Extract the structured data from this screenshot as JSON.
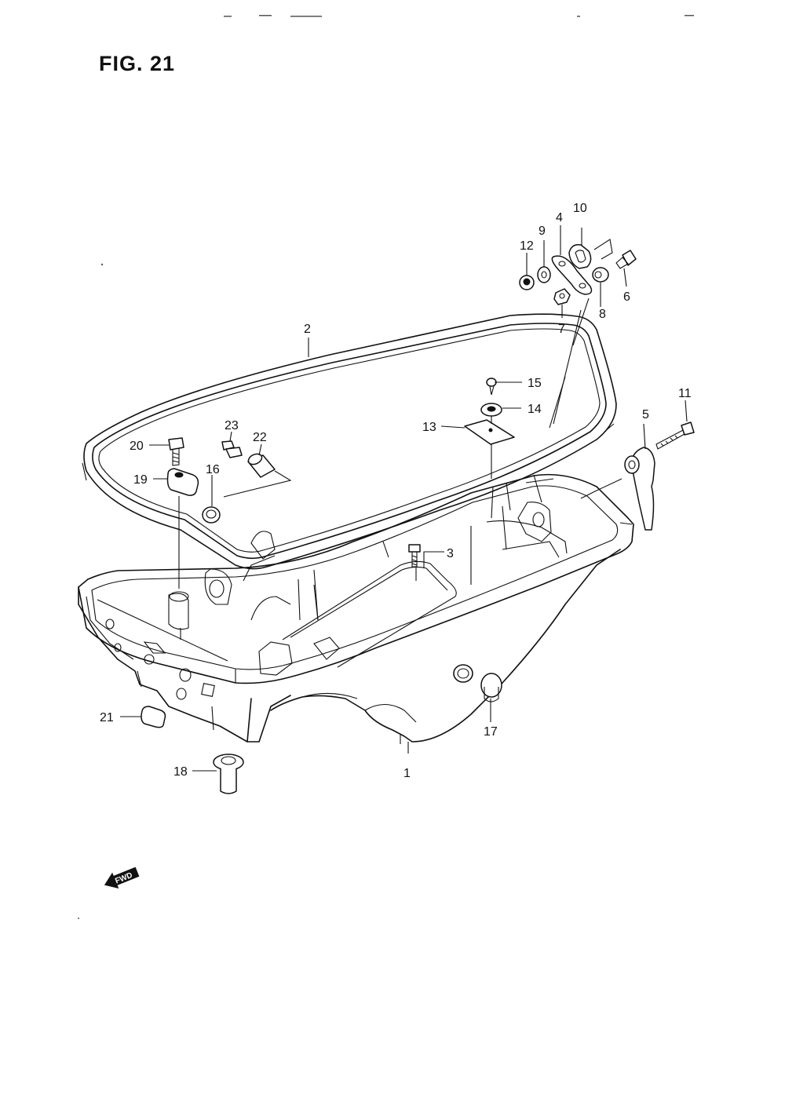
{
  "figure": {
    "title": "FIG. 21"
  },
  "direction_badge": {
    "text": "FWD"
  },
  "callouts": [
    {
      "id": "c1",
      "label": "1"
    },
    {
      "id": "c2",
      "label": "2"
    },
    {
      "id": "c3",
      "label": "3"
    },
    {
      "id": "c4",
      "label": "4"
    },
    {
      "id": "c5",
      "label": "5"
    },
    {
      "id": "c6",
      "label": "6"
    },
    {
      "id": "c7",
      "label": "7"
    },
    {
      "id": "c8",
      "label": "8"
    },
    {
      "id": "c9",
      "label": "9"
    },
    {
      "id": "c10",
      "label": "10"
    },
    {
      "id": "c11",
      "label": "11"
    },
    {
      "id": "c12",
      "label": "12"
    },
    {
      "id": "c13",
      "label": "13"
    },
    {
      "id": "c14",
      "label": "14"
    },
    {
      "id": "c15",
      "label": "15"
    },
    {
      "id": "c16",
      "label": "16"
    },
    {
      "id": "c17",
      "label": "17"
    },
    {
      "id": "c18",
      "label": "18"
    },
    {
      "id": "c19",
      "label": "19"
    },
    {
      "id": "c20",
      "label": "20"
    },
    {
      "id": "c21",
      "label": "21"
    },
    {
      "id": "c22",
      "label": "22"
    },
    {
      "id": "c23",
      "label": "23"
    }
  ]
}
